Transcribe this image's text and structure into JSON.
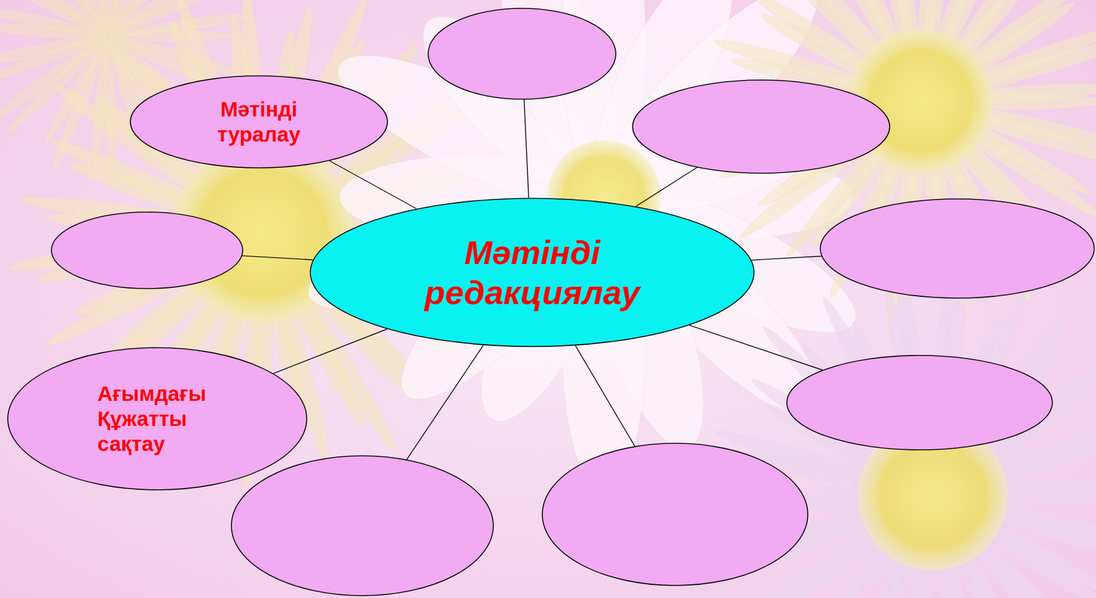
{
  "diagram": {
    "nodes": [
      {
        "text": [
          "Мәтінді туралау"
        ]
      },
      {
        "text": [
          "Мәтінді редакциялау"
        ]
      },
      {
        "text": [
          "Ағымдағы Құжатты сақтау"
        ]
      }
    ],
    "edges": [
      {
        "from": 1,
        "to": 0,
        "arrow": "none"
      },
      {
        "from": 1,
        "to": 2,
        "arrow": "none"
      }
    ]
  }
}
